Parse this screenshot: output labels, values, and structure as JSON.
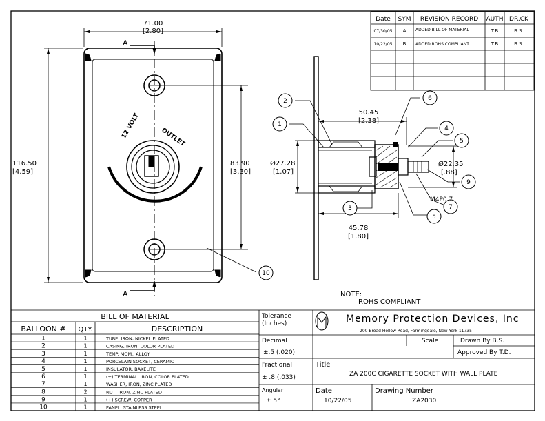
{
  "front_view": {
    "width_mm": "71.00",
    "width_in": "[2.80]",
    "height_mm": "116.50",
    "height_in": "[4.59]",
    "hole_spacing_mm": "83.90",
    "hole_spacing_in": "[3.30]",
    "section_label_top": "A",
    "section_label_bottom": "A",
    "socket_text_left": "12 VOLT",
    "socket_text_right": "OUTLET"
  },
  "side_view": {
    "length_mm": "50.45",
    "length_in": "[2.38]",
    "dia_body_mm": "Ø27.28",
    "dia_body_in": "[1.07]",
    "dia_rear_mm": "Ø22.35",
    "dia_rear_in": "[.88]",
    "depth_mm": "45.78",
    "depth_in": "[1.80]",
    "thread": "M4P0.7",
    "balloons": [
      "1",
      "2",
      "3",
      "4",
      "5",
      "6",
      "7",
      "5",
      "9",
      "10"
    ]
  },
  "note": {
    "label": "NOTE:",
    "text": "ROHS COMPLIANT"
  },
  "revisions": {
    "headers": [
      "Date",
      "SYM",
      "REVISION RECORD",
      "AUTH",
      "DR.CK"
    ],
    "rows": [
      {
        "date": "07/30/05",
        "sym": "A",
        "record": "ADDED BILL OF MATERIAL",
        "auth": "T.B",
        "drck": "B.S."
      },
      {
        "date": "10/22/05",
        "sym": "B",
        "record": "ADDED ROHS COMPLIANT",
        "auth": "T.B",
        "drck": "B.S."
      }
    ]
  },
  "bom": {
    "title": "BILL OF MATERIAL",
    "headers": [
      "BALLOON #",
      "QTY.",
      "DESCRIPTION"
    ],
    "rows": [
      {
        "balloon": "1",
        "qty": "1",
        "desc": "TUBE, IRON, NICKEL PLATED"
      },
      {
        "balloon": "2",
        "qty": "1",
        "desc": "CASING, IRON, COLOR PLATED"
      },
      {
        "balloon": "3",
        "qty": "1",
        "desc": "TEMP. MOM., ALLOY"
      },
      {
        "balloon": "4",
        "qty": "1",
        "desc": "PORCELAIN SOCKET, CERAMIC"
      },
      {
        "balloon": "5",
        "qty": "1",
        "desc": "INSULATOR, BAKELITE"
      },
      {
        "balloon": "6",
        "qty": "1",
        "desc": "(+) TERMINAL, IRON, COLOR PLATED"
      },
      {
        "balloon": "7",
        "qty": "1",
        "desc": "WASHER, IRON, ZINC PLATED"
      },
      {
        "balloon": "8",
        "qty": "2",
        "desc": "NUT, IRON, ZINC PLATED"
      },
      {
        "balloon": "9",
        "qty": "1",
        "desc": "(+) SCREW, COPPER"
      },
      {
        "balloon": "10",
        "qty": "1",
        "desc": "PANEL, STAINLESS STEEL"
      }
    ]
  },
  "tolerance": {
    "header": "Tolerance",
    "units": "(Inches)",
    "decimal_label": "Decimal",
    "decimal_value": "±.5 (.020)",
    "fractional_label": "Fractional",
    "fractional_value": "± .8 (.033)",
    "angular_label": "Angular",
    "angular_value": "± 5°"
  },
  "title_block": {
    "company": "Memory Protection Devices, Inc",
    "address": "200 Broad Hollow Road, Farmingdale, New York 11735",
    "scale_label": "Scale",
    "drawn_by": "Drawn By B.S.",
    "approved_by": "Approved By T.D.",
    "title_label": "Title",
    "title": "ZA 200C CIGARETTE SOCKET WITH WALL PLATE",
    "date_label": "Date",
    "date": "10/22/05",
    "drawing_number_label": "Drawing Number",
    "drawing_number": "ZA2030"
  }
}
